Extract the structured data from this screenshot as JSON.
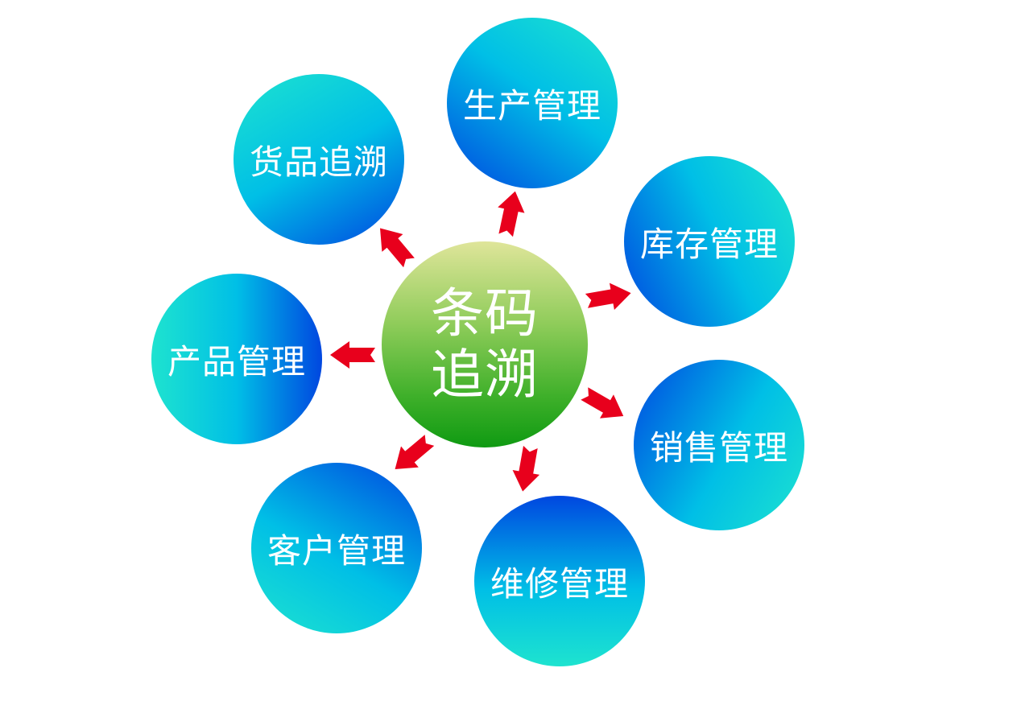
{
  "diagram": {
    "type": "hub-and-spoke",
    "hub": {
      "label": "条码追溯",
      "line1": "条码",
      "line2": "追溯",
      "color_top": "#dfe59a",
      "color_bottom": "#0f9a12"
    },
    "satellites": [
      {
        "id": "production",
        "label": "生产管理"
      },
      {
        "id": "inventory",
        "label": "库存管理"
      },
      {
        "id": "sales",
        "label": "销售管理"
      },
      {
        "id": "maintenance",
        "label": "维修管理"
      },
      {
        "id": "customer",
        "label": "客户管理"
      },
      {
        "id": "product",
        "label": "产品管理"
      },
      {
        "id": "goods-trace",
        "label": "货品追溯"
      }
    ],
    "satellite_colors": {
      "cyan": "#1ee3cf",
      "mid": "#00b8e6",
      "blue": "#0047e0"
    },
    "arrow_color": "#e8001c",
    "arrow_count": 7
  }
}
